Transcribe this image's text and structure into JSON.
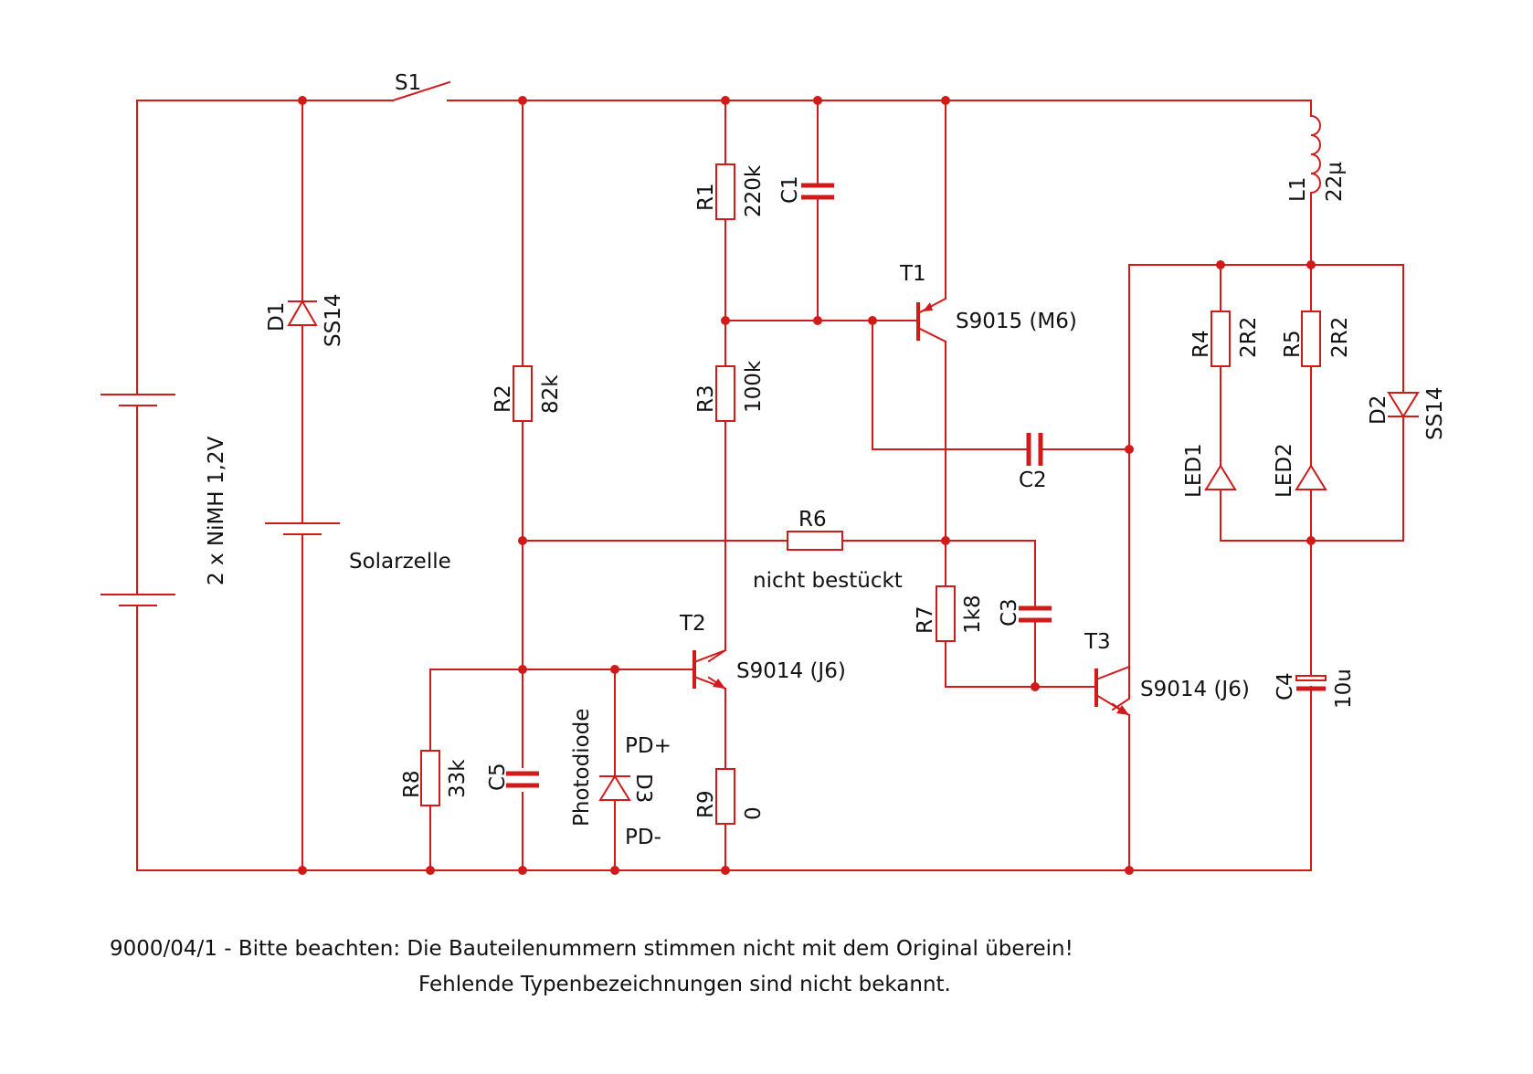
{
  "labels": {
    "s1": "S1",
    "battery": "2 x NiMH 1,2V",
    "d1": "D1",
    "d1_type": "SS14",
    "solar": "Solarzelle",
    "r2": "R2",
    "r2_val": "82k",
    "r1": "R1",
    "r1_val": "220k",
    "c1": "C1",
    "r3": "R3",
    "r3_val": "100k",
    "t1": "T1",
    "t1_type": "S9015 (M6)",
    "l1": "L1",
    "l1_val": "22µ",
    "r4": "R4",
    "r4_val": "2R2",
    "r5": "R5",
    "r5_val": "2R2",
    "d2": "D2",
    "d2_type": "SS14",
    "c2": "C2",
    "led1": "LED1",
    "led2": "LED2",
    "r6": "R6",
    "r6_note": "nicht bestückt",
    "r7": "R7",
    "r7_val": "1k8",
    "c3": "C3",
    "t2": "T2",
    "t2_type": "S9014 (J6)",
    "t3": "T3",
    "t3_type": "S9014 (J6)",
    "c4": "C4",
    "c4_val": "10u",
    "r8": "R8",
    "r8_val": "33k",
    "c5": "C5",
    "photodiode": "Photodiode",
    "pd_plus": "PD+",
    "d3": "D3",
    "pd_minus": "PD-",
    "r9": "R9",
    "r9_val": "0"
  },
  "notes": {
    "line1": "9000/04/1 - Bitte beachten: Die Bauteilenummern stimmen nicht mit dem Original überein!",
    "line2": "Fehlende Typenbezeichnungen sind nicht bekannt."
  },
  "colors": {
    "wire": "#d11b1b",
    "text": "#111111",
    "background": "#ffffff"
  }
}
